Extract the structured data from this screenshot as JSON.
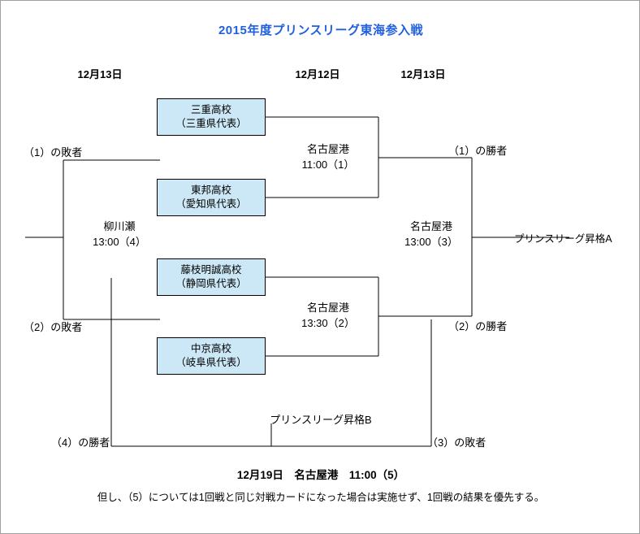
{
  "title": "2015年度プリンスリーグ東海参入戦",
  "date_headers": [
    {
      "label": "12月13日"
    },
    {
      "label": "12月12日"
    },
    {
      "label": "12月13日"
    }
  ],
  "teams": [
    {
      "name": "三重高校",
      "sub": "（三重県代表）"
    },
    {
      "name": "東邦高校",
      "sub": "（愛知県代表）"
    },
    {
      "name": "藤枝明誠高校",
      "sub": "（静岡県代表）"
    },
    {
      "name": "中京高校",
      "sub": "（岐阜県代表）"
    }
  ],
  "matches": [
    {
      "venue": "名古屋港",
      "time": "11:00（1）"
    },
    {
      "venue": "名古屋港",
      "time": "13:30（2）"
    },
    {
      "venue": "名古屋港",
      "time": "13:00（3）"
    },
    {
      "venue": "柳川瀬",
      "time": "13:00（4）"
    }
  ],
  "side_labels": {
    "loser1": "（1）の敗者",
    "loser2": "（2）の敗者",
    "winner1": "（1）の勝者",
    "winner2": "（2）の勝者",
    "winner4": "（4）の勝者",
    "loser3": "（3）の敗者"
  },
  "promotions": {
    "a": "プリンスリーグ昇格A",
    "b": "プリンスリーグ昇格B"
  },
  "footer": {
    "main": "12月19日　名古屋港　11:00（5）",
    "note": "但し、（5）については1回戦と同じ対戦カードになった場合は実施せず、1回戦の結果を優先する。"
  },
  "colors": {
    "title": "#1f5fe0",
    "team_fill": "#cce8f7",
    "line": "#000000",
    "border": "#a0a0a0"
  }
}
